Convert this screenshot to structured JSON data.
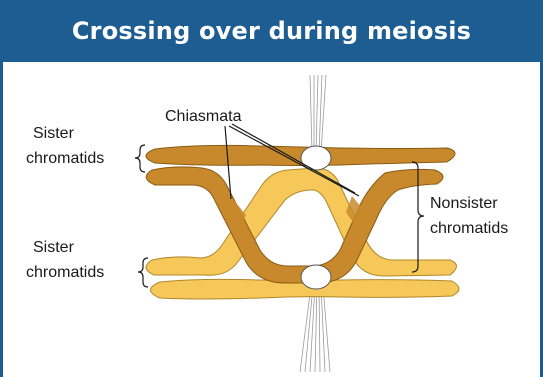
{
  "header": {
    "title": "Crossing over during meiosis",
    "background_color": "#1e5d92"
  },
  "diagram": {
    "labels": {
      "chiasmata": "Chiasmata",
      "sister_top_line1": "Sister",
      "sister_top_line2": "chromatids",
      "sister_bottom_line1": "Sister",
      "sister_bottom_line2": "chromatids",
      "nonsister_line1": "Nonsister",
      "nonsister_line2": "chromatids"
    },
    "colors": {
      "dark_chromatid": "#c8892c",
      "dark_chromatid_stroke": "#8a5a14",
      "light_chromatid": "#f6c85a",
      "light_chromatid_stroke": "#b0862a",
      "centromere": "#ffffff",
      "spindle": "#9a9a9a"
    }
  }
}
